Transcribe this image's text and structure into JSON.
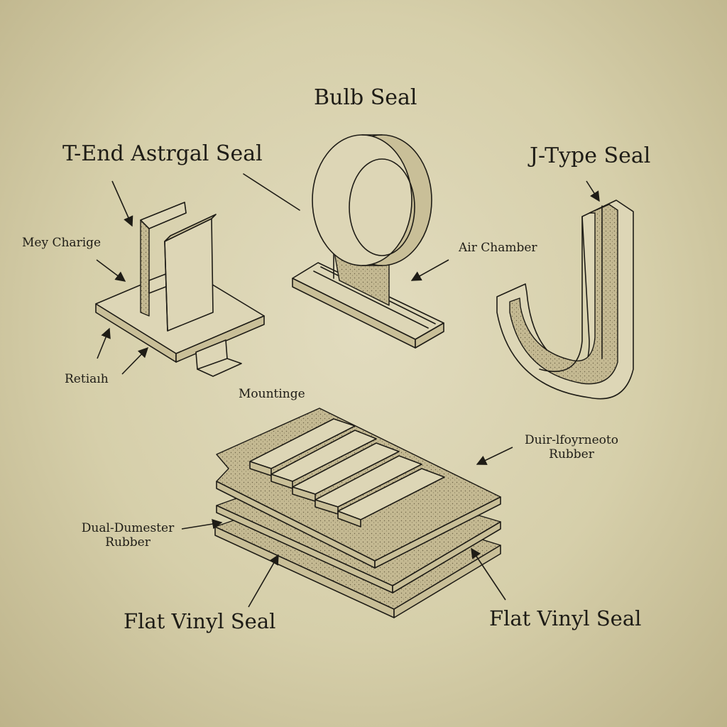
{
  "labels": {
    "bulb_seal": "Bulb Seal",
    "t_end_astragal_seal": "T-End Astrgal Seal",
    "j_type_seal": "J-Type Seal",
    "mey_charige": "Mey Charige",
    "air_chamber": "Air Chamber",
    "retiaih": "Retiaıh",
    "mountinge": "Mountinge",
    "dual_lfoyrneoto": "Duir-lfoyrneoto",
    "rubber_right": "Rubber",
    "dual_dumester": "Dual-Dumester",
    "rubber_left": "Rubber",
    "flat_vinyl_seal_left": "Flat Vinyl Seal",
    "flat_vinyl_seal_right": "Flat Vinyl Seal"
  },
  "colors": {
    "background": "#d6cfaa",
    "ink": "#1e1c16",
    "face_fill": "#ddd6b6",
    "rubber_speckle": "#c4b992"
  }
}
